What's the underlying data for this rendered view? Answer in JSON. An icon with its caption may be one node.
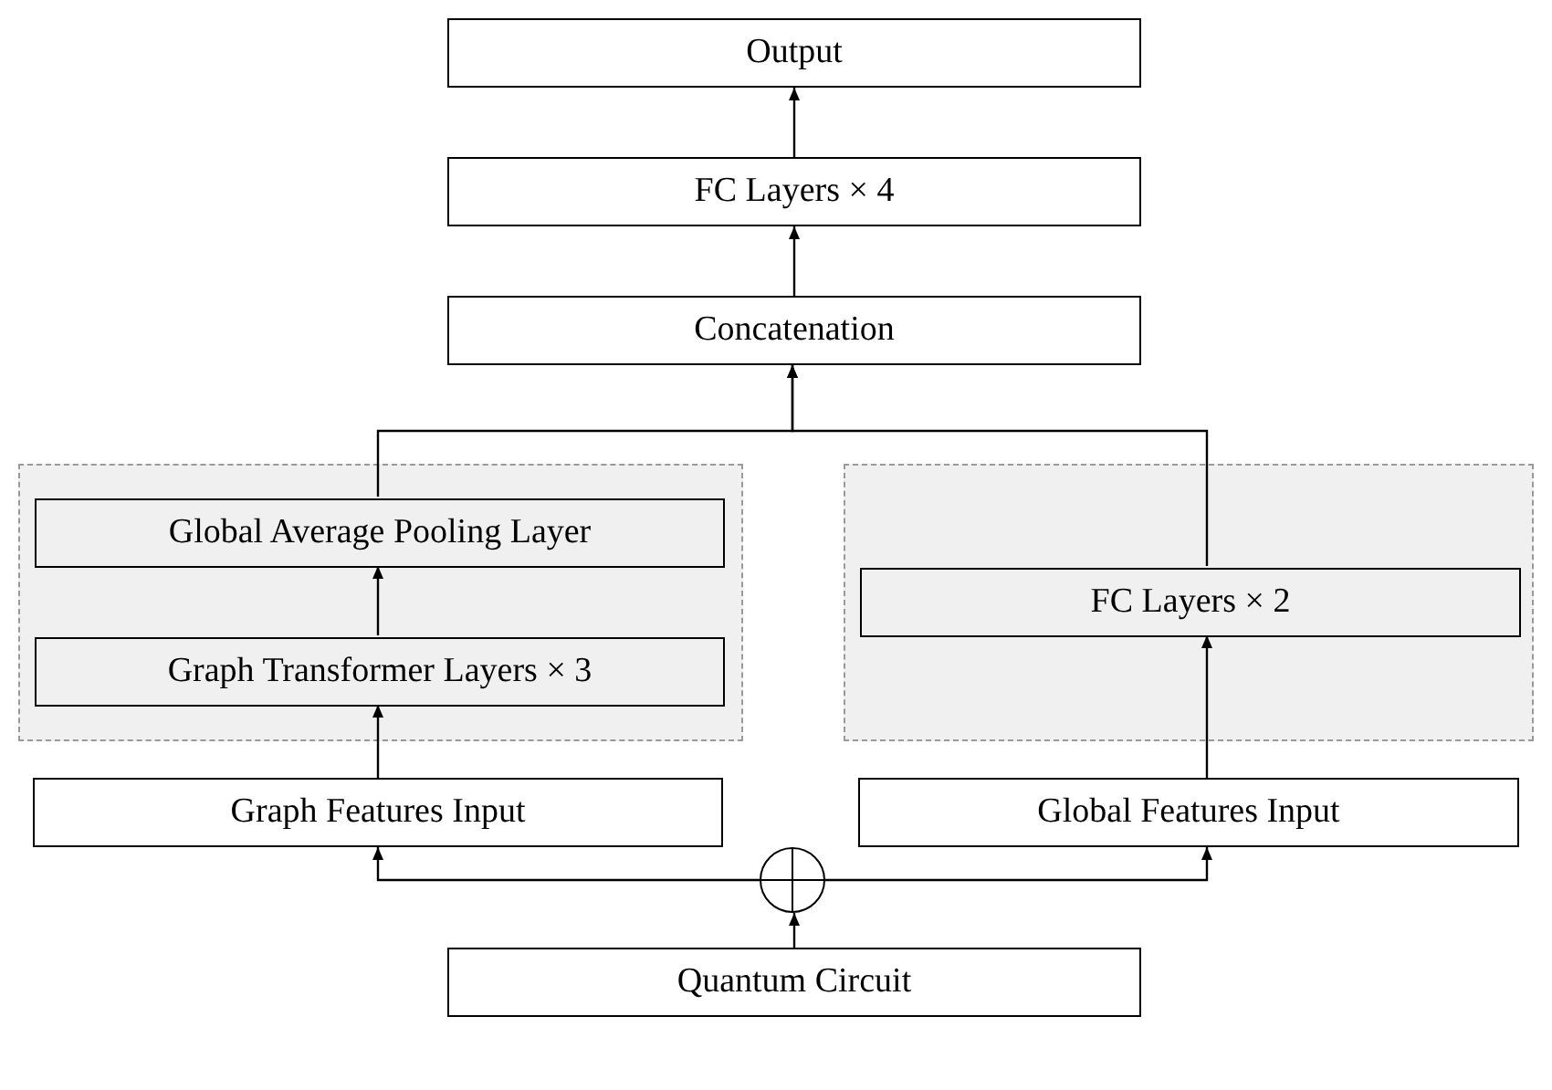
{
  "diagram": {
    "nodes": [
      {
        "text": [
          "Output"
        ]
      },
      {
        "text": [
          "FC Layers × 4"
        ]
      },
      {
        "text": [
          "Concatenation"
        ]
      },
      {
        "text": [],
        "shape": "box"
      },
      {
        "text": [
          "Global Average Pooling Layer"
        ],
        "in": 3
      },
      {
        "text": [
          "Graph Transformer Layers × 3"
        ],
        "in": 3
      },
      {
        "text": [],
        "shape": "box"
      },
      {
        "text": [
          "FC Layers × 2"
        ],
        "in": 6
      },
      {
        "text": [
          "Graph Features Input"
        ]
      },
      {
        "text": [
          "Global Features Input"
        ]
      },
      {
        "text": [],
        "shape": "circle"
      },
      {
        "text": [
          "Quantum Circuit"
        ]
      }
    ],
    "edges": [
      {
        "from": 11,
        "to": 10,
        "arrow": "to"
      },
      {
        "from": 10,
        "to": 8,
        "arrow": "to"
      },
      {
        "from": 10,
        "to": 9,
        "arrow": "to"
      },
      {
        "from": 8,
        "to": 5,
        "arrow": "to"
      },
      {
        "from": 5,
        "to": 4,
        "arrow": "to"
      },
      {
        "from": 9,
        "to": 7,
        "arrow": "to"
      },
      {
        "from": 4,
        "to": 2,
        "arrow": "to"
      },
      {
        "from": 7,
        "to": 2,
        "arrow": "to"
      },
      {
        "from": 2,
        "to": 1,
        "arrow": "to"
      },
      {
        "from": 1,
        "to": 0,
        "arrow": "to"
      }
    ]
  }
}
